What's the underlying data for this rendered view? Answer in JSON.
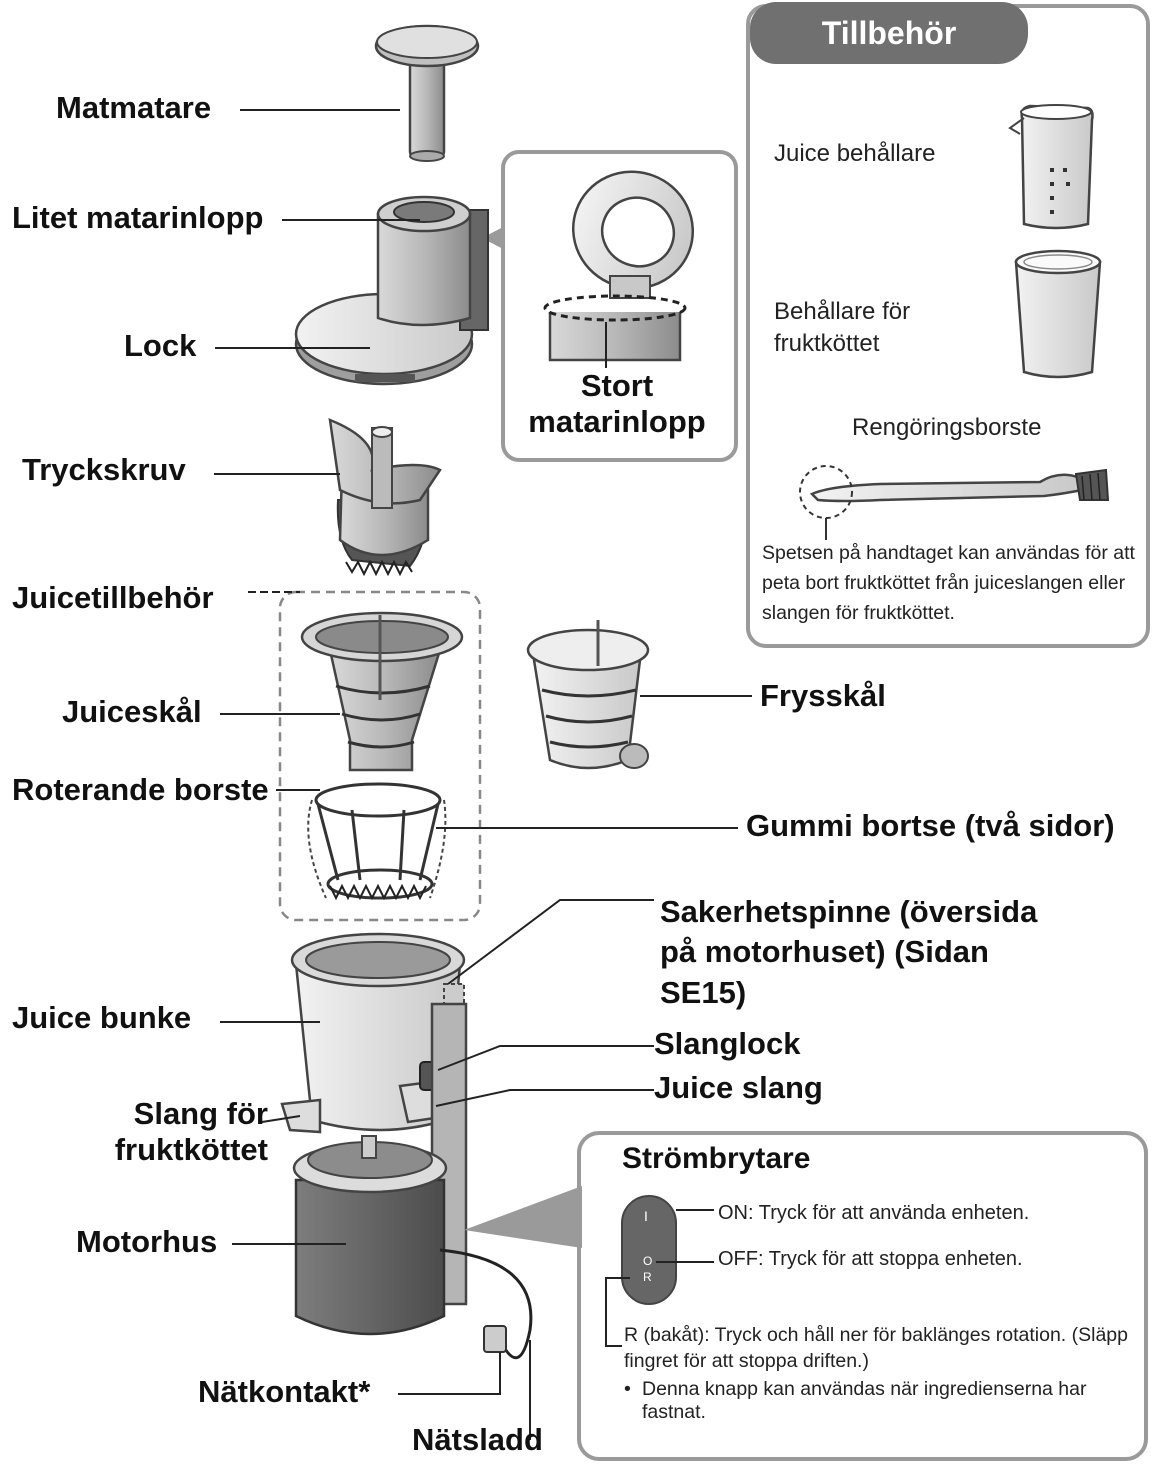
{
  "labels": {
    "matmatare": "Matmatare",
    "litet_matarinlopp": "Litet matarinlopp",
    "lock": "Lock",
    "stort_matarinlopp": "Stort matarinlopp",
    "tryckskruv": "Tryckskruv",
    "juicetillbehor": "Juicetillbehör",
    "juiceskal": "Juiceskål",
    "frysskal": "Frysskål",
    "roterande_borste": "Roterande borste",
    "gummi_borste": "Gummi bortse (två sidor)",
    "sakerhetspinne": "Sakerhetspinne (översida på motorhuset) (Sidan SE15)",
    "juice_bunke": "Juice bunke",
    "slanglock": "Slanglock",
    "juice_slang": "Juice slang",
    "slang_fruktkottet": "Slang för fruktköttet",
    "motorhus": "Motorhus",
    "natkontakt": "Nätkontakt*",
    "natsladd": "Nätsladd"
  },
  "accessories": {
    "title": "Tillbehör",
    "juice_container": "Juice behållare",
    "pulp_container": "Behållare för fruktköttet",
    "brush": "Rengöringsborste",
    "brush_note": "Spetsen på handtaget kan användas för att peta bort fruktköttet från juiceslangen eller slangen för fruktköttet."
  },
  "power_switch": {
    "title": "Strömbrytare",
    "on": "ON: Tryck för att använda enheten.",
    "off": "OFF: Tryck för att stoppa enheten.",
    "reverse": "R (bakåt): Tryck och håll ner för baklänges rotation. (Släpp fingret för att stoppa driften.)",
    "bullet": "Denna knapp kan användas när ingredienserna har fastnat.",
    "glyph_on": "I",
    "glyph_off": "O",
    "glyph_r": "R"
  },
  "colors": {
    "box_border": "#9a9a9a",
    "tab_fill": "#707070",
    "part_gray": "#bdbdbd",
    "part_dark": "#6f6f6f"
  }
}
